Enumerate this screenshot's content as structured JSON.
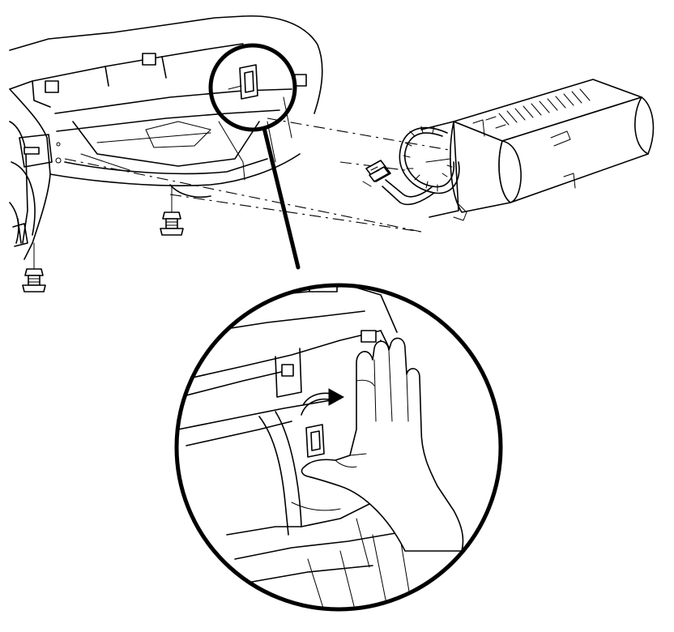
{
  "figure": {
    "background": "#ffffff",
    "line_color": "#000000",
    "components": [
      "instrument-panel",
      "glove-box-opening",
      "retaining-clip",
      "airbag-module",
      "wiring-harness",
      "electrical-connector",
      "mounting-bolt",
      "detail-magnifier",
      "hand",
      "removal-arrow-icon"
    ]
  }
}
